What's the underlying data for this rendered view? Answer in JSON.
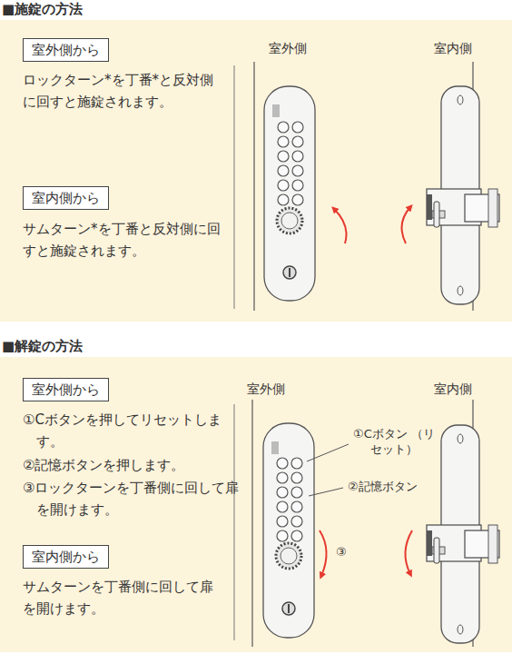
{
  "diagram": {
    "nodes": [
      {
        "text": [
          "■施錠の方法"
        ]
      },
      {
        "text": [
          "室外側から"
        ],
        "in": 0
      },
      {
        "text": [
          "室内側から"
        ],
        "in": 0
      },
      {
        "text": [
          "■解錠の方法"
        ]
      },
      {
        "text": [
          "室外側から"
        ],
        "in": 3
      },
      {
        "text": [
          "室内側から"
        ],
        "in": 3
      }
    ],
    "labels": [
      "室外側",
      "室内側",
      "ロックターン*を丁番*と反対側に回すと施錠されます。",
      "サムターン*を丁番と反対側に回すと施錠されます。",
      "室外側",
      "室内側",
      "①Cボタンを押してリセットします。",
      "②記憶ボタンを押します。",
      "③ロックターンを丁番側に回して扉を開けます。",
      "サムターンを丁番側に回して扉を開けます。",
      "①Cボタン （リセット）",
      "②記憶ボタン",
      "③"
    ]
  }
}
